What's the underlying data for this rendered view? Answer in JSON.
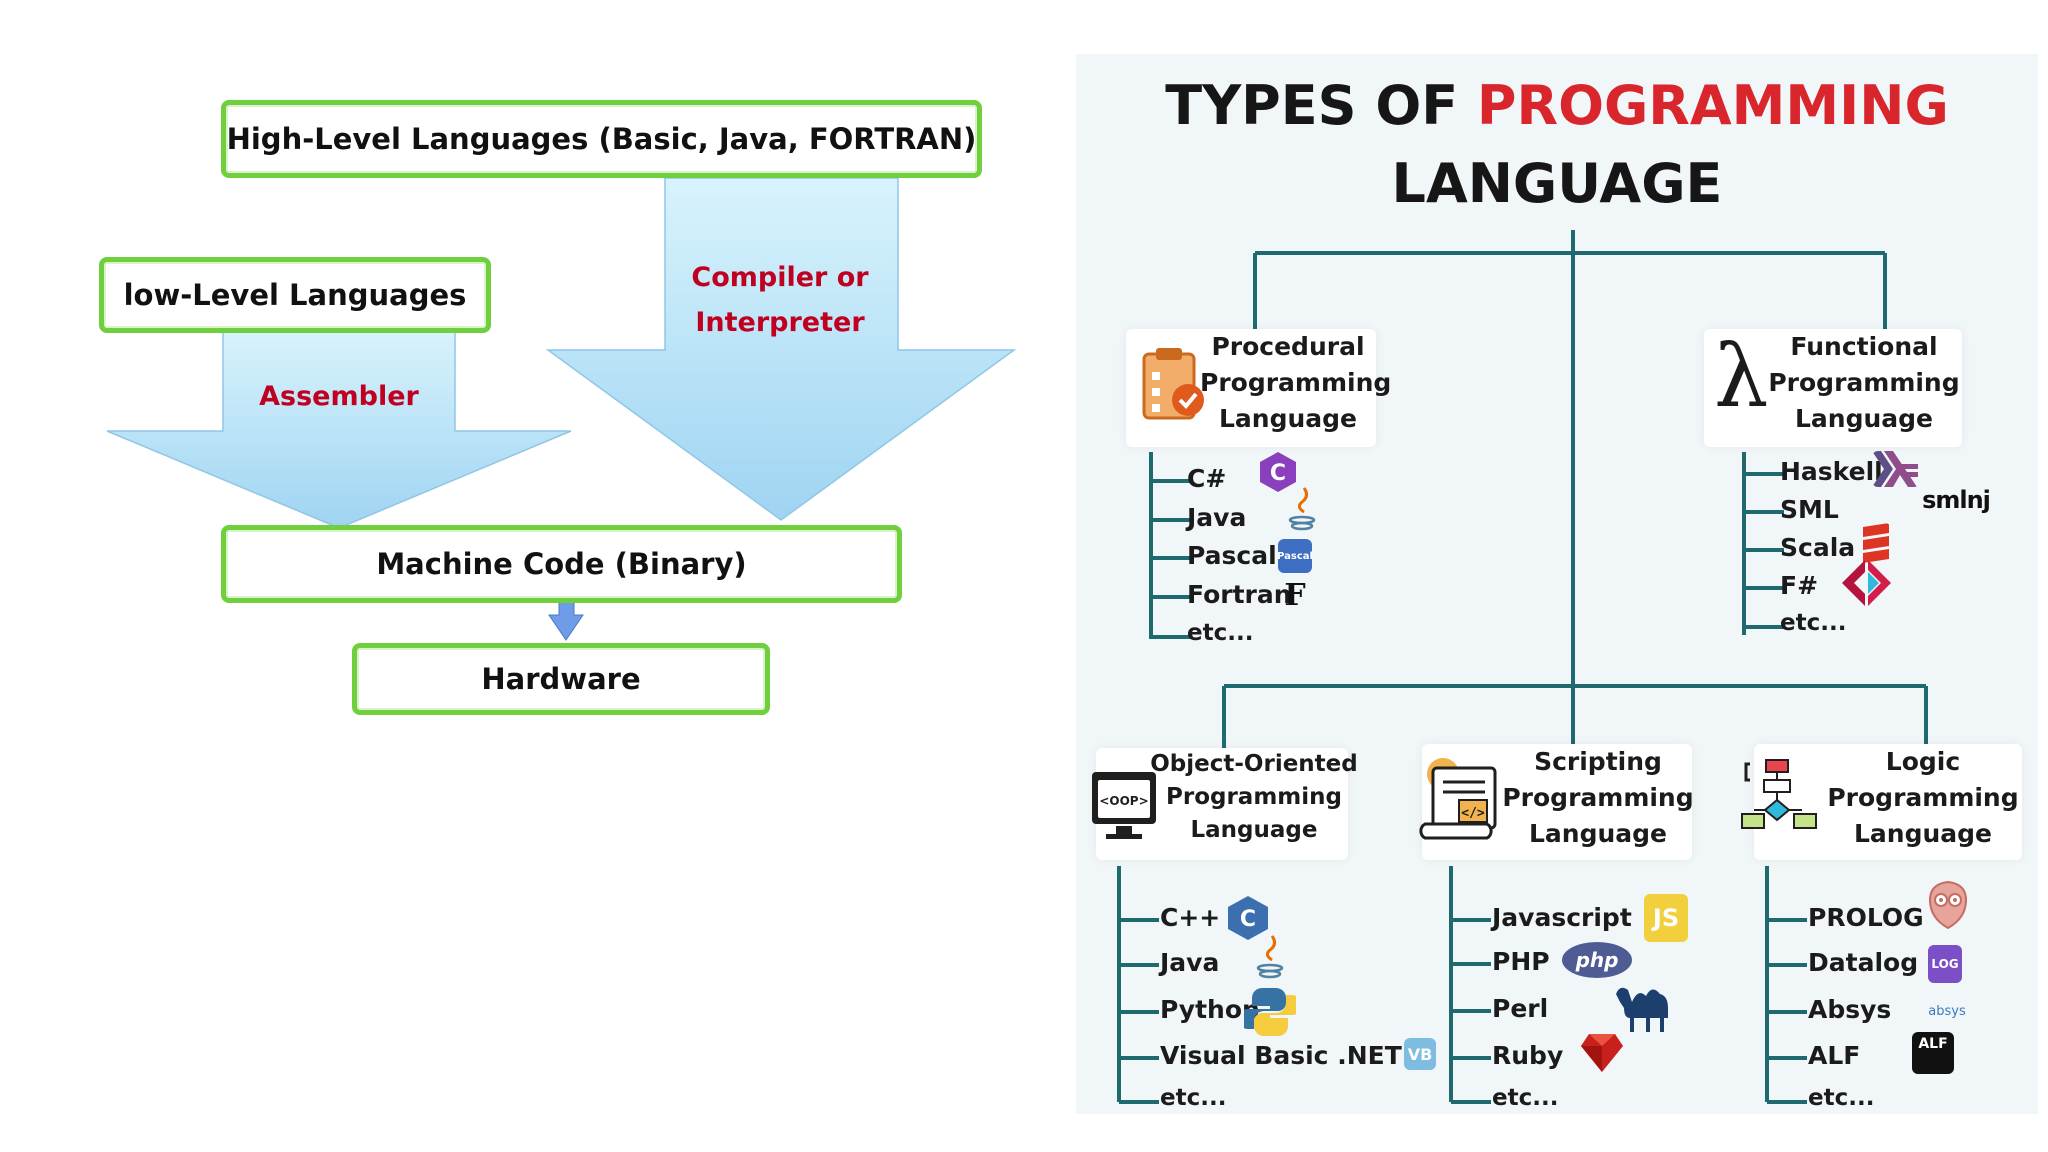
{
  "left_diagram": {
    "high_level": "High-Level Languages (Basic, Java, FORTRAN)",
    "low_level": "low-Level Languages",
    "compiler_label_line1": "Compiler or",
    "compiler_label_line2": "Interpreter",
    "assembler_label": "Assembler",
    "machine_code": "Machine Code (Binary)",
    "hardware": "Hardware",
    "colors": {
      "box_border": "#6fcf3c",
      "arrow_fill_top": "#d8f3fc",
      "arrow_fill_bottom": "#9fd4f2",
      "label_red": "#c00020"
    }
  },
  "infographic": {
    "title_part1": "TYPES OF ",
    "title_accent": "PROGRAMMING",
    "title_line2": "LANGUAGE",
    "colors": {
      "accent": "#d9262c",
      "tree": "#1e6a6e",
      "background": "#f1f6f8"
    },
    "categories": {
      "procedural": {
        "title": "Procedural\nProgramming\nLanguage",
        "icon": "clipboard-check-icon",
        "items": [
          "C#",
          "Java",
          "Pascal",
          "Fortran",
          "etc..."
        ]
      },
      "functional": {
        "title": "Functional\nProgramming\nLanguage",
        "icon": "lambda-icon",
        "icon_glyph": "λ",
        "items": [
          "Haskell",
          "SML",
          "Scala",
          "F#",
          "etc..."
        ]
      },
      "oop": {
        "title": "Object-Oriented\nProgramming\nLanguage",
        "icon": "oop-monitor-icon",
        "icon_text": "<OOP>",
        "items": [
          "C++",
          "Java",
          "Python",
          "Visual Basic .NET",
          "etc..."
        ]
      },
      "scripting": {
        "title": "Scripting\nProgramming\nLanguage",
        "icon": "script-scroll-icon",
        "items": [
          "Javascript",
          "PHP",
          "Perl",
          "Ruby",
          "etc..."
        ]
      },
      "logic": {
        "title": "Logic\nProgramming\nLanguage",
        "icon": "flowchart-icon",
        "items": [
          "PROLOG",
          "Datalog",
          "Absys",
          "ALF",
          "etc..."
        ]
      }
    },
    "logo_texts": {
      "pascal": "Pascal",
      "fortran": "F",
      "sml": "smlnj",
      "vb": "VB",
      "php": "php",
      "js": "JS",
      "datalog": "LOG",
      "absys": "absys",
      "alf": "ALF"
    }
  }
}
